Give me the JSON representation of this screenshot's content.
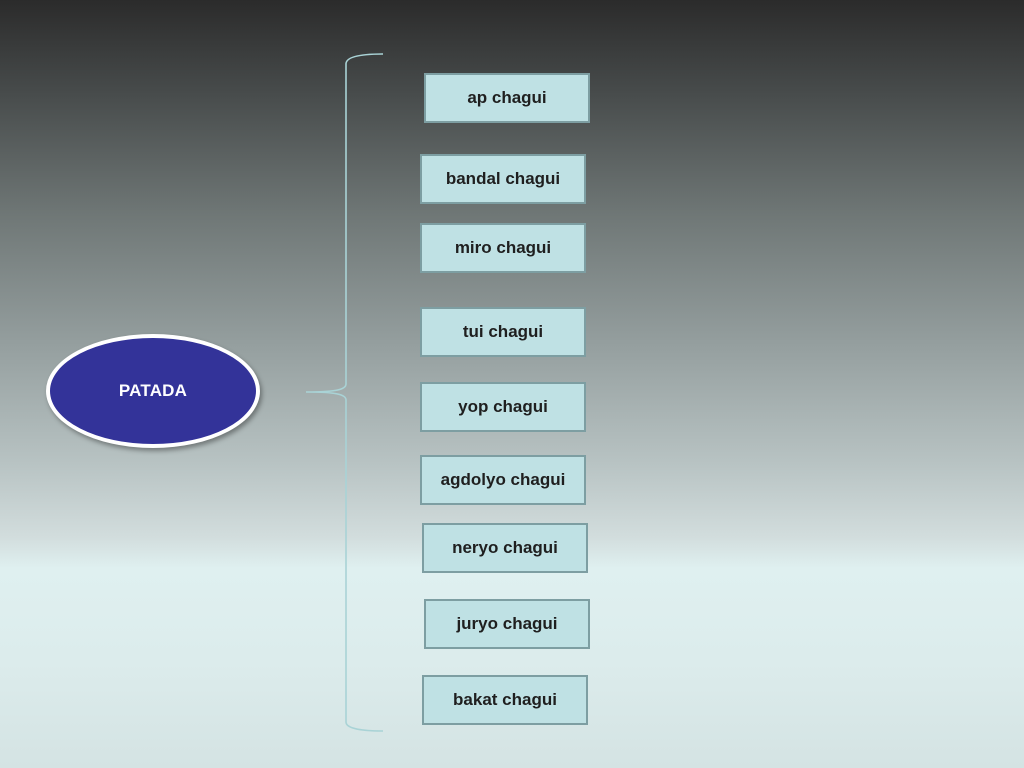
{
  "diagram": {
    "root": {
      "label": "PATADA",
      "fill": "#333399",
      "outline": "#ffffff"
    },
    "children": [
      {
        "label": "ap chagui"
      },
      {
        "label": "bandal chagui"
      },
      {
        "label": "miro chagui"
      },
      {
        "label": "tui chagui"
      },
      {
        "label": "yop chagui"
      },
      {
        "label": "agdolyo chagui"
      },
      {
        "label": "neryo chagui"
      },
      {
        "label": "juryo chagui"
      },
      {
        "label": "bakat chagui"
      }
    ],
    "box_fill": "#bfe1e4",
    "box_border": "#7d9ea2",
    "brace_color": "#a9d3d6"
  }
}
